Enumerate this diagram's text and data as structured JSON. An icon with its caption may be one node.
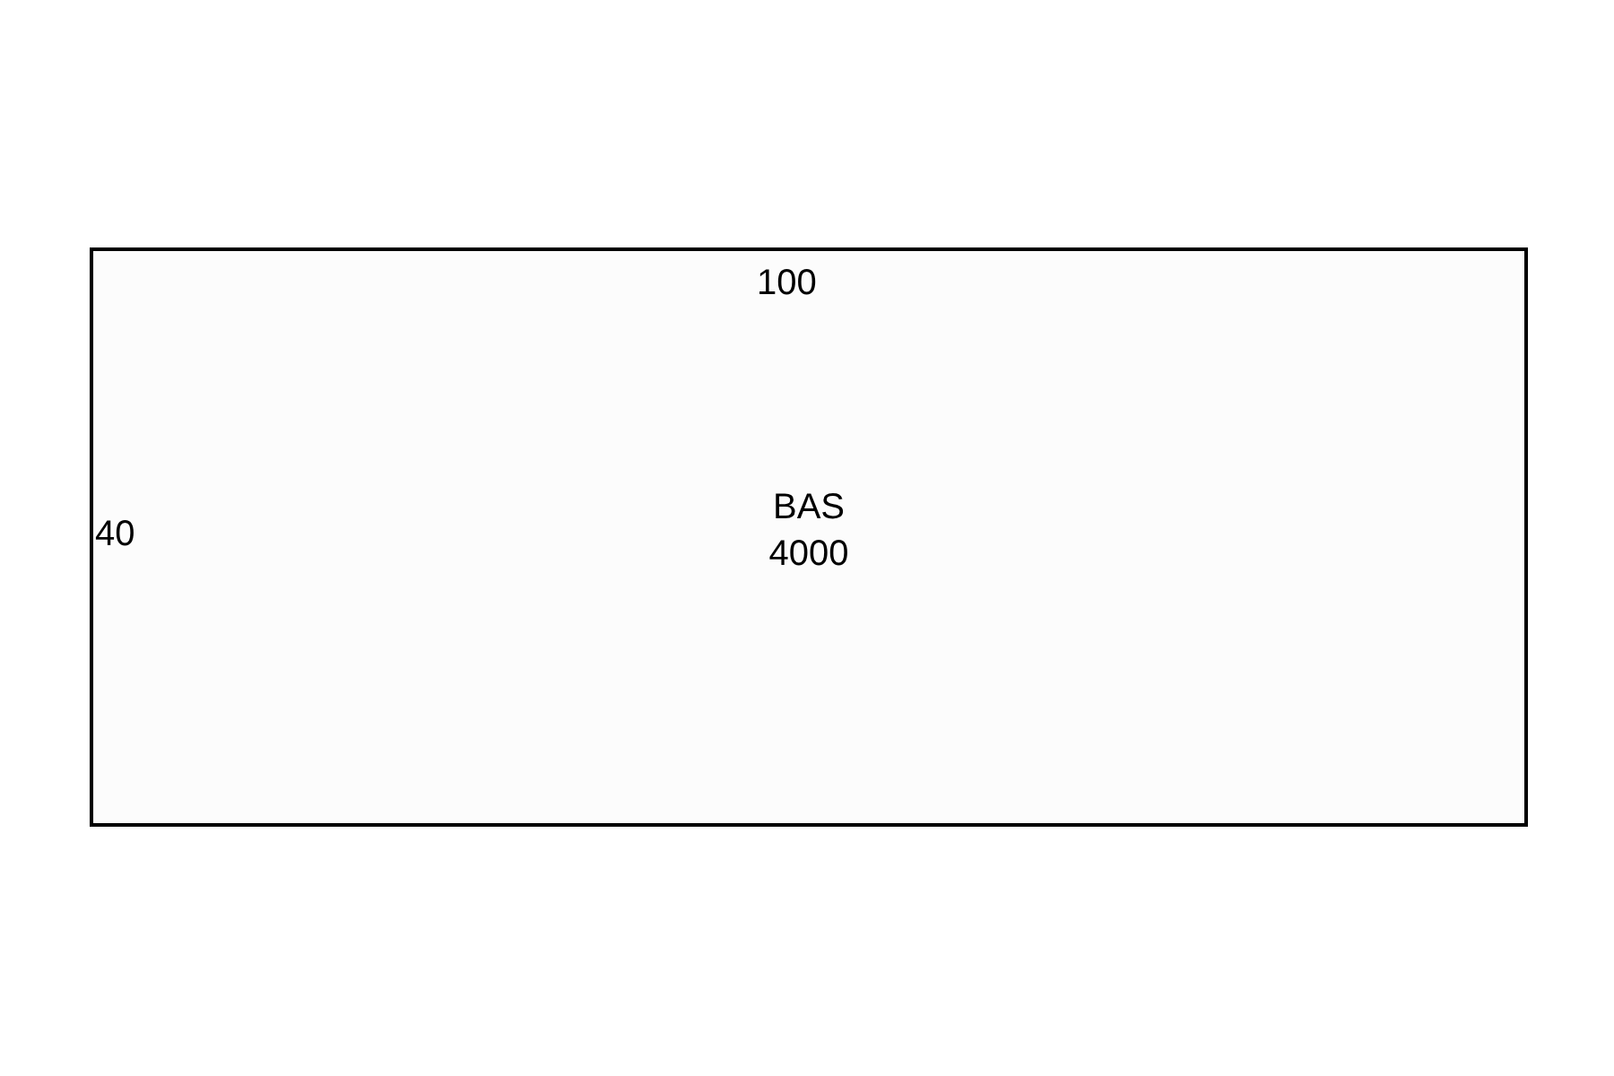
{
  "diagram": {
    "nodes": [
      {
        "text": [
          "BAS",
          "4000"
        ]
      }
    ],
    "labels": [
      "100",
      "40"
    ]
  }
}
